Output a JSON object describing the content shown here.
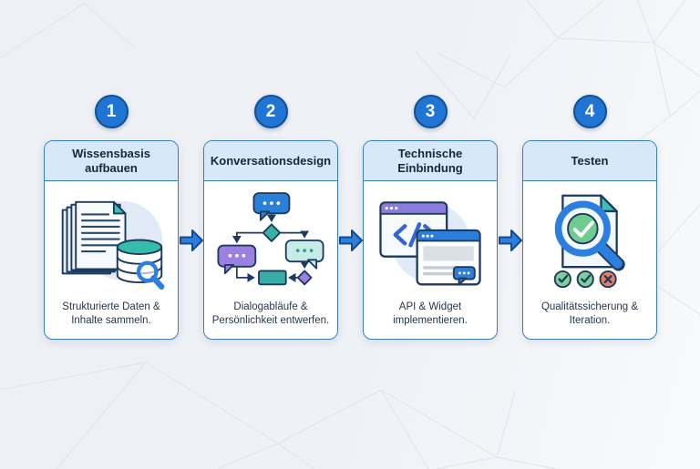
{
  "steps": [
    {
      "number": "1",
      "title": "Wissensbasis aufbauen",
      "description": "Strukturierte Daten & Inhalte sammeln.",
      "icon": "documents-database-icon"
    },
    {
      "number": "2",
      "title": "Konversationsdesign",
      "description": "Dialogabläufe & Persönlichkeit entwerfen.",
      "icon": "chat-flowchart-icon"
    },
    {
      "number": "3",
      "title": "Technische Einbindung",
      "description": "API & Widget implementieren.",
      "icon": "code-widget-icon"
    },
    {
      "number": "4",
      "title": "Testen",
      "description": "Qualitätssicherung & Iteration.",
      "icon": "magnifier-check-icon"
    }
  ],
  "colors": {
    "background": "#eef1f6",
    "mesh_line": "#dde3eb",
    "badge_fill": "#1f74d4",
    "badge_border": "#144f90",
    "card_border": "#3a7cc0",
    "card_header_bg": "#d7e8f8",
    "card_body_bg": "#ffffff",
    "title_text": "#17273a",
    "description_text": "#25384d",
    "arrow_fill": "#2b7fe0",
    "arrow_outline": "#174a8c",
    "outline_navy": "#1e3a5f",
    "teal": "#35bcab",
    "purple": "#9b7fe3",
    "mint": "#c7ece5",
    "blue_bubble": "#2b7fd9",
    "green_check": "#6fcb90",
    "red_cross": "#e97d61"
  }
}
